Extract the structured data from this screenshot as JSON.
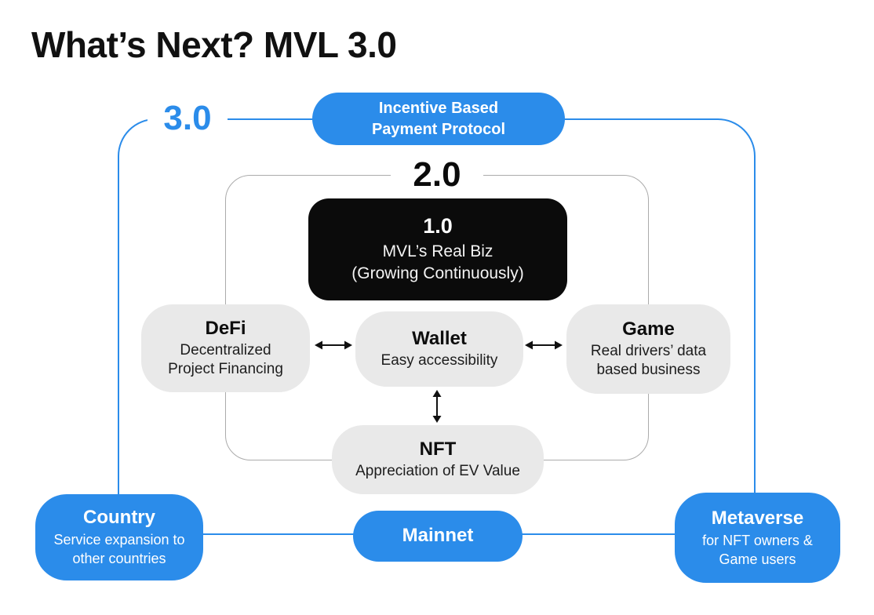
{
  "slide": {
    "title": "What’s Next? MVL 3.0"
  },
  "colors": {
    "accent_blue": "#2B8CEA",
    "core_black": "#0B0B0B",
    "node_gray": "#E9E9E9",
    "mid_border_gray": "#ABABAB",
    "background": "#FFFFFF"
  },
  "diagram": {
    "outer_label": "3.0",
    "badge_text": "Incentive Based\nPayment Protocol",
    "middle_label": "2.0",
    "core": {
      "label": "1.0",
      "desc": "MVL’s Real Biz\n(Growing Continuously)"
    },
    "defi": {
      "title": "DeFi",
      "desc": "Decentralized\nProject Financing"
    },
    "wallet": {
      "title": "Wallet",
      "desc": "Easy accessibility"
    },
    "game": {
      "title": "Game",
      "desc": "Real drivers’ data\nbased business"
    },
    "nft": {
      "title": "NFT",
      "desc": "Appreciation of EV Value"
    },
    "country": {
      "title": "Country",
      "desc": "Service expansion to\nother countries"
    },
    "mainnet": {
      "title": "Mainnet"
    },
    "metaverse": {
      "title": "Metaverse",
      "desc": "for NFT owners &\nGame users"
    }
  }
}
